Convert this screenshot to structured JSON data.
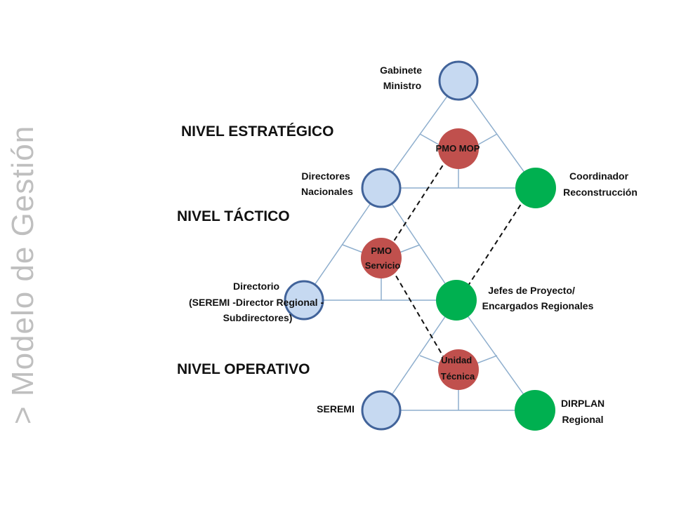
{
  "side_title": "> Modelo de Gestión",
  "levels": {
    "strategic": "NIVEL ESTRATÉGICO",
    "tactical": "NIVEL TÁCTICO",
    "operative": "NIVEL OPERATIVO"
  },
  "nodes": {
    "gabinete": [
      "Gabinete",
      "Ministro"
    ],
    "directores_nacionales": [
      "Directores",
      "Nacionales"
    ],
    "coordinador": [
      "Coordinador",
      "Reconstrucción"
    ],
    "directorio": [
      "Directorio",
      "(SEREMI -Director Regional -",
      "Subdirectores)"
    ],
    "jefes_proyecto": [
      "Jefes de Proyecto/",
      "Encargados Regionales"
    ],
    "seremi": [
      "SEREMI"
    ],
    "dirplan": [
      "DIRPLAN",
      "Regional"
    ],
    "pmo_mop": [
      "PMO MOP"
    ],
    "pmo_servicio": [
      "PMO",
      "Servicio"
    ],
    "unidad_tecnica": [
      "Unidad",
      "Técnica"
    ]
  },
  "colors": {
    "light_node": "#c6d9f1",
    "light_node_border": "#41639a",
    "green_node": "#00b050",
    "red_node": "#c0504d",
    "line": "#8eaecd",
    "side_title": "#bfbfbf"
  }
}
